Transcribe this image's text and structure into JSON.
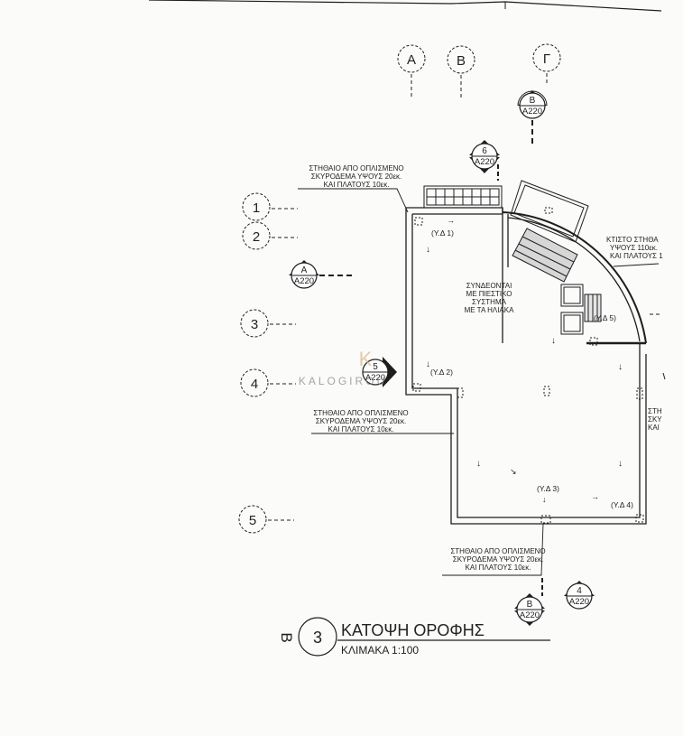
{
  "grid_columns": [
    "Α",
    "Β",
    "Γ"
  ],
  "grid_rows": [
    "1",
    "2",
    "3",
    "4",
    "5"
  ],
  "section_marks": {
    "top_b": {
      "letter": "Β",
      "ref": "Α220"
    },
    "top_6": {
      "letter": "6",
      "ref": "Α220"
    },
    "left_a": {
      "letter": "Α",
      "ref": "Α220"
    },
    "mid_5": {
      "letter": "5",
      "ref": "Α220"
    },
    "bottom_b": {
      "letter": "Β",
      "ref": "Α220"
    },
    "bottom_4": {
      "letter": "4",
      "ref": "Α220"
    }
  },
  "notes": {
    "parapet_top": [
      "ΣΤΗΘΑΙΟ ΑΠΟ ΟΠΛΙΣΜΕΝΟ",
      "ΣΚΥΡΟΔΕΜΑ ΥΨΟΥΣ 20εκ.",
      "ΚΑΙ ΠΛΑΤΟΥΣ 10εκ."
    ],
    "parapet_left": [
      "ΣΤΗΘΑΙΟ ΑΠΟ ΟΠΛΙΣΜΕΝΟ",
      "ΣΚΥΡΟΔΕΜΑ ΥΨΟΥΣ 20εκ.",
      "ΚΑΙ ΠΛΑΤΟΥΣ 10εκ."
    ],
    "parapet_bottom": [
      "ΣΤΗΘΑΙΟ ΑΠΟ ΟΠΛΙΣΜΕΝΟ",
      "ΣΚΥΡΟΔΕΜΑ ΥΨΟΥΣ 20εκ.",
      "ΚΑΙ ΠΛΑΤΟΥΣ 10εκ."
    ],
    "solar": [
      "ΣΥΝΔΕΟΝΤΑΙ",
      "ΜΕ ΠΙΕΣΤΙΚΟ",
      "ΣΥΣΤΗΜΑ",
      "ΜΕ ΤΑ ΗΛΙΑΚΑ"
    ],
    "brick_wall": [
      "ΚΤΙΣΤΟ ΣΤΗΘΑ",
      "ΥΨΟΥΣ 110εκ.",
      "ΚΑΙ ΠΛΑΤΟΥΣ 1"
    ],
    "right_edge": [
      "ΣΤΗ",
      "ΣΚΥ",
      "ΚΑΙ"
    ]
  },
  "drains": [
    "(Υ.Δ 1)",
    "(Υ.Δ 2)",
    "(Υ.Δ 3)",
    "(Υ.Δ 4)",
    "(Υ.Δ 5)"
  ],
  "watermark": "KALOGIROU",
  "title_block": {
    "side_letter": "Β",
    "number": "3",
    "title": "ΚΑΤΟΨΗ ΟΡΟΦΗΣ",
    "scale": "ΚΛΙΜΑΚΑ 1:100"
  },
  "colors": {
    "line": "#1e1e1e",
    "watermark": "#c9a96a",
    "paper": "#fbfbfa"
  }
}
